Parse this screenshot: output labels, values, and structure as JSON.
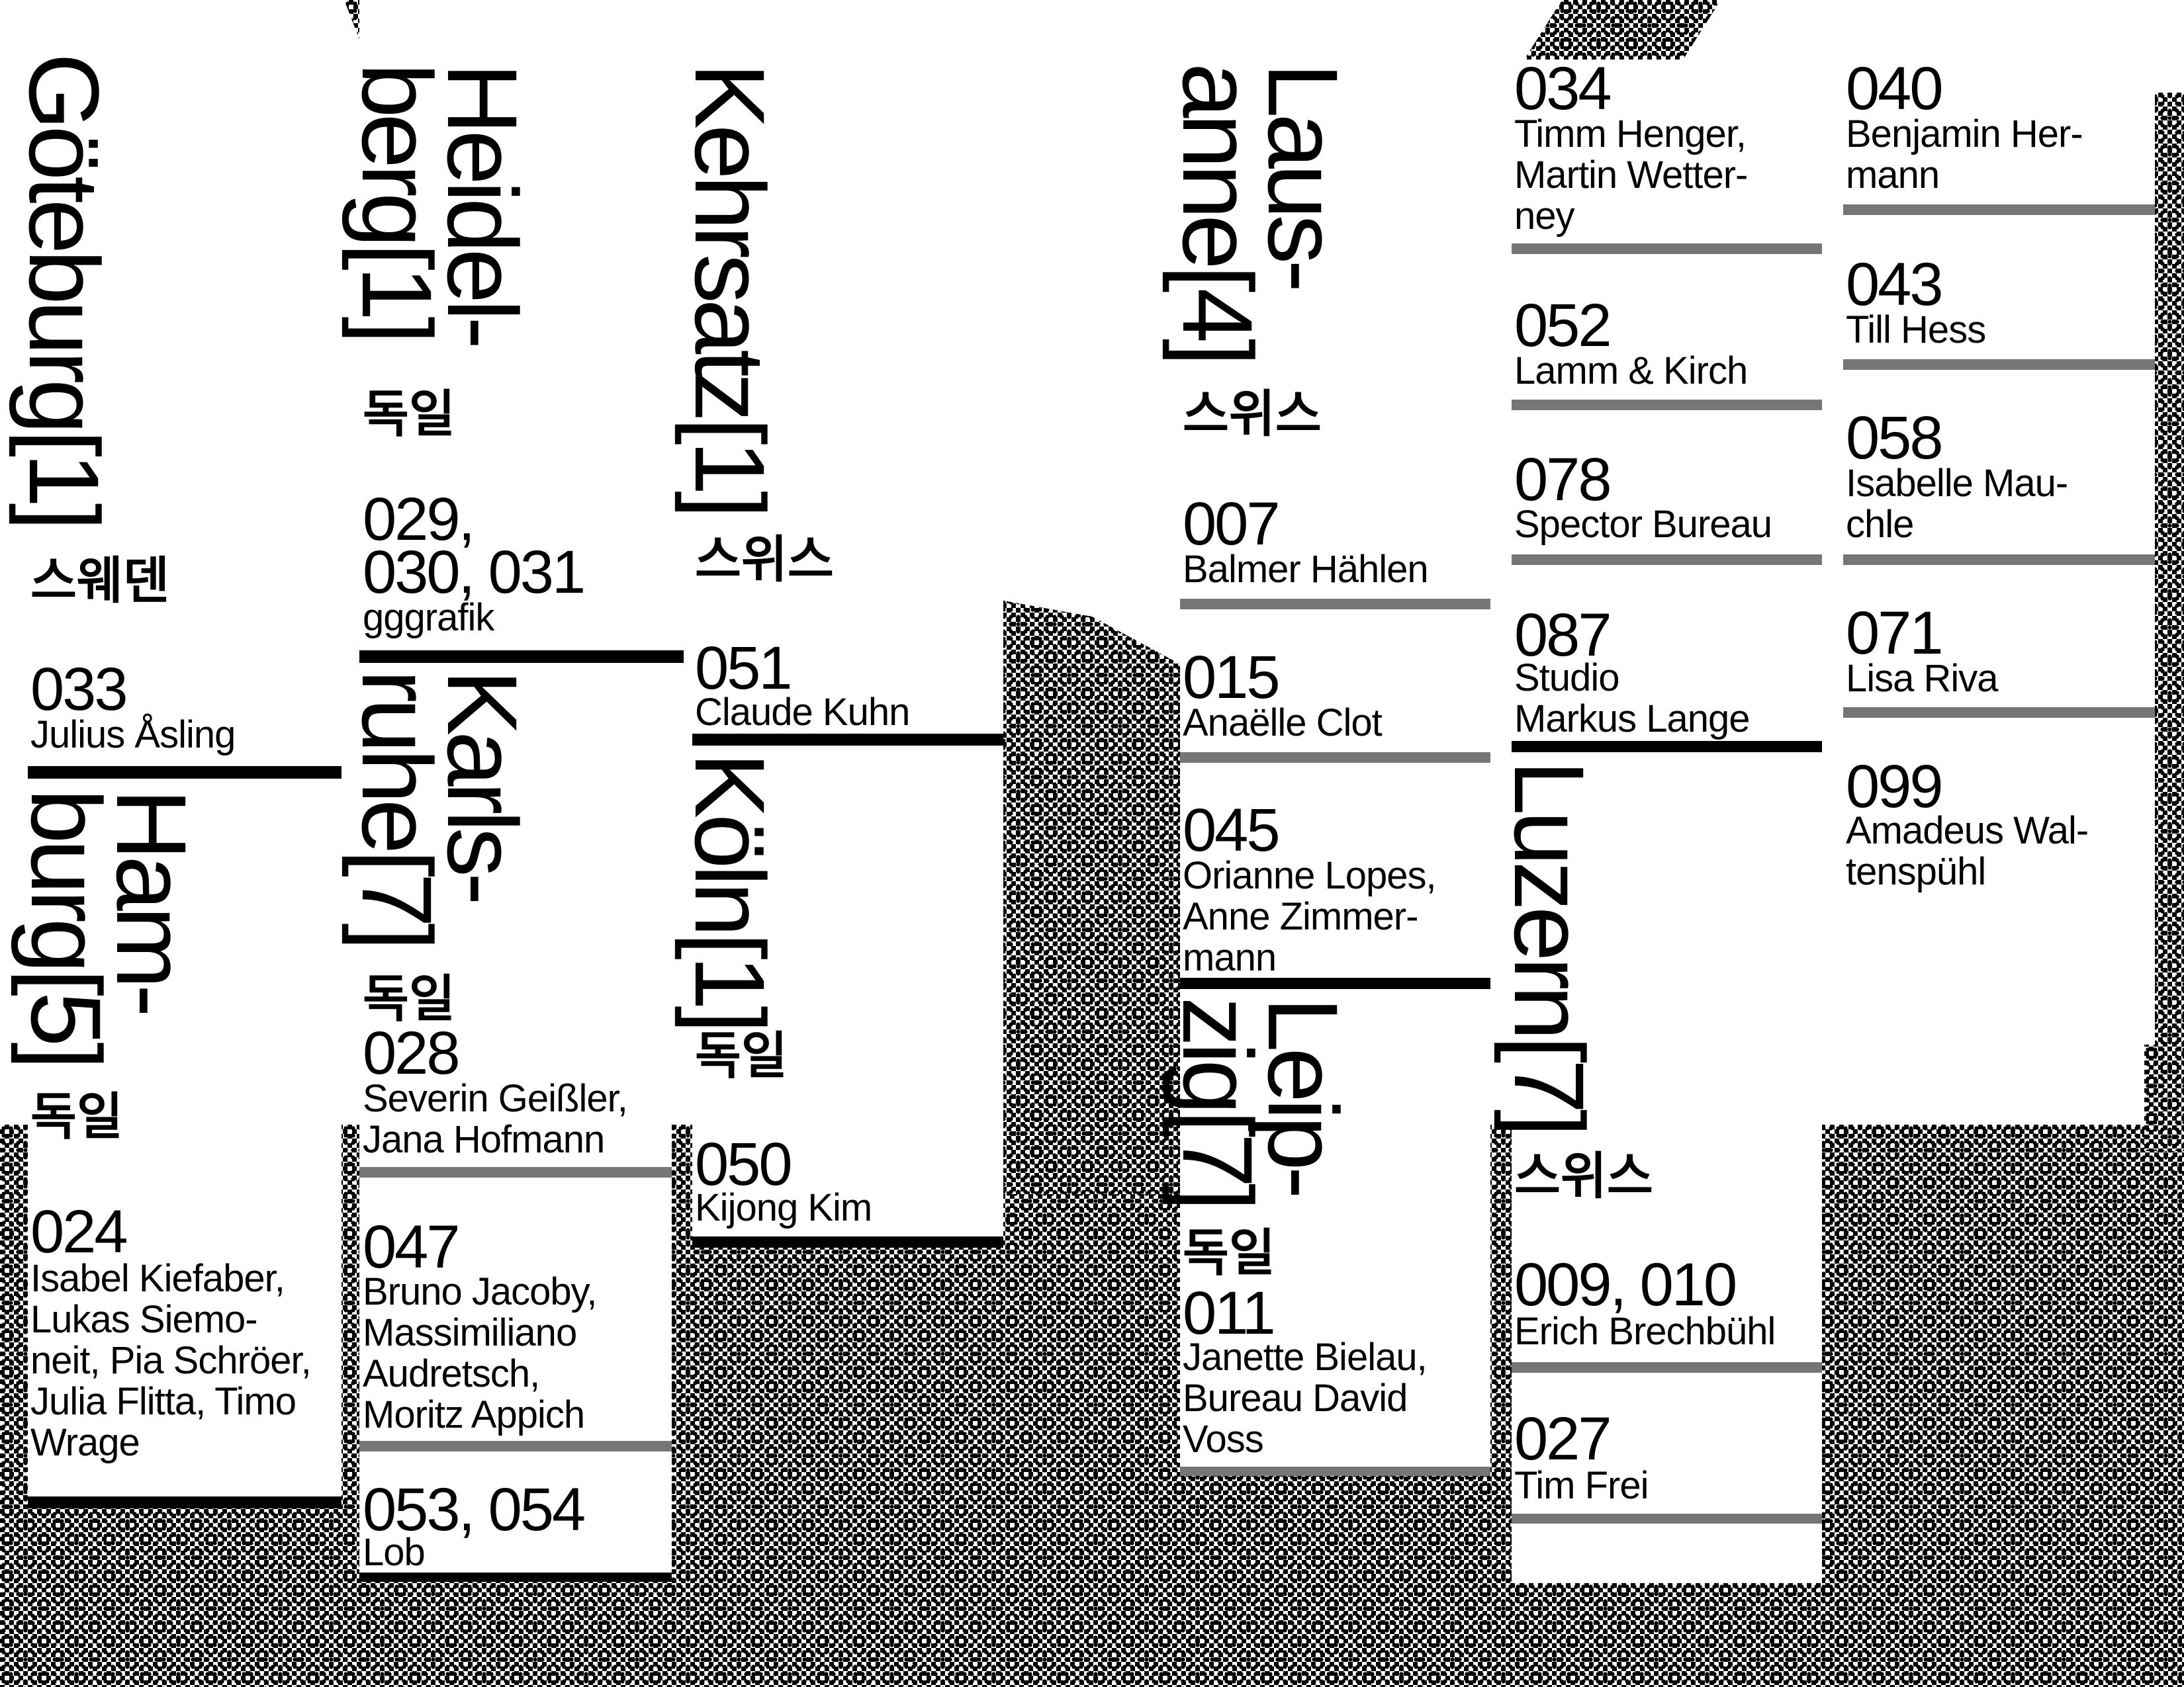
{
  "colors": {
    "ink": "#000000",
    "paper": "#ffffff",
    "rule_gray": "#767676"
  },
  "columns": [
    {
      "sections": [
        {
          "city": [
            "Göteburg[1]"
          ],
          "country": "스웨덴",
          "entries": [
            {
              "num": [
                "033"
              ],
              "names": [
                "Julius Åsling"
              ]
            }
          ]
        },
        {
          "city": [
            "Ham-",
            "burg[5]"
          ],
          "country": "독일",
          "entries": [
            {
              "num": [
                "024"
              ],
              "names": [
                "Isabel Kiefaber,",
                "Lukas Siemo-",
                "neit, Pia Schröer,",
                "Julia Flitta, Timo",
                "Wrage"
              ]
            }
          ]
        }
      ]
    },
    {
      "sections": [
        {
          "city": [
            "Heidel-",
            "berg[1]"
          ],
          "country": "독일",
          "entries": [
            {
              "num": [
                "029,",
                "030, 031"
              ],
              "names": [
                "gggrafik"
              ]
            }
          ]
        },
        {
          "city": [
            "Karls-",
            "ruhe[7]"
          ],
          "country": "독일",
          "entries": [
            {
              "num": [
                "028"
              ],
              "names": [
                "Severin Geißler,",
                "Jana Hofmann"
              ]
            },
            {
              "num": [
                "047"
              ],
              "names": [
                "Bruno Jacoby,",
                "Massimiliano",
                "Audretsch,",
                "Moritz Appich"
              ]
            },
            {
              "num": [
                "053, 054"
              ],
              "names": [
                "Lob"
              ]
            }
          ]
        }
      ]
    },
    {
      "sections": [
        {
          "city": [
            "Kehrsatz[1]"
          ],
          "country": "스위스",
          "entries": [
            {
              "num": [
                "051"
              ],
              "names": [
                "Claude Kuhn"
              ]
            }
          ]
        },
        {
          "city": [
            "Köln[1]"
          ],
          "country": "독일",
          "entries": [
            {
              "num": [
                "050"
              ],
              "names": [
                "Kijong Kim"
              ]
            }
          ]
        }
      ]
    },
    {
      "sections": [
        {
          "city": [
            "Laus-",
            "anne[4]"
          ],
          "country": "스위스",
          "entries": [
            {
              "num": [
                "007"
              ],
              "names": [
                "Balmer Hählen"
              ]
            },
            {
              "num": [
                "015"
              ],
              "names": [
                "Anaëlle Clot"
              ]
            },
            {
              "num": [
                "045"
              ],
              "names": [
                "Orianne Lopes,",
                "Anne Zimmer-",
                "mann"
              ]
            }
          ]
        },
        {
          "city": [
            "Leip-",
            "zig[7]"
          ],
          "country": "독일",
          "entries": [
            {
              "num": [
                "011"
              ],
              "names": [
                "Janette Bielau,",
                "Bureau David",
                "Voss"
              ]
            }
          ]
        }
      ]
    },
    {
      "sections": [
        {
          "entries": [
            {
              "num": [
                "034"
              ],
              "names": [
                "Timm Henger,",
                "Martin Wetter-",
                "ney"
              ]
            },
            {
              "num": [
                "052"
              ],
              "names": [
                "Lamm & Kirch"
              ]
            },
            {
              "num": [
                "078"
              ],
              "names": [
                "Spector Bureau"
              ]
            },
            {
              "num": [
                "087"
              ],
              "names": [
                "Studio",
                "Markus Lange"
              ]
            }
          ]
        },
        {
          "city": [
            "Luzern[7]"
          ],
          "country": "스위스",
          "entries": [
            {
              "num": [
                "009, 010"
              ],
              "names": [
                "Erich Brechbühl"
              ]
            },
            {
              "num": [
                "027"
              ],
              "names": [
                "Tim Frei"
              ]
            }
          ]
        }
      ]
    },
    {
      "sections": [
        {
          "entries": [
            {
              "num": [
                "040"
              ],
              "names": [
                "Benjamin Her-",
                "mann"
              ]
            },
            {
              "num": [
                "043"
              ],
              "names": [
                "Till Hess"
              ]
            },
            {
              "num": [
                "058"
              ],
              "names": [
                "Isabelle Mau-",
                "chle"
              ]
            },
            {
              "num": [
                "071"
              ],
              "names": [
                "Lisa Riva"
              ]
            },
            {
              "num": [
                "099"
              ],
              "names": [
                "Amadeus Wal-",
                "tenspühl"
              ]
            }
          ]
        }
      ]
    }
  ]
}
